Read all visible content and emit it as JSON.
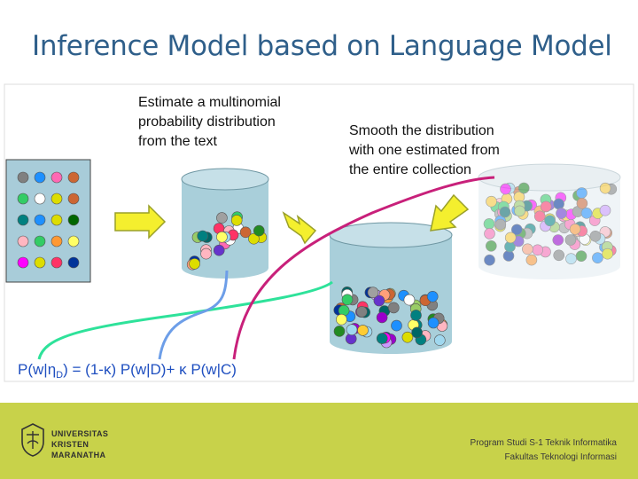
{
  "slide": {
    "title": "Inference Model based on Language Model"
  },
  "diagram": {
    "caption_estimate": [
      "Estimate a multinomial",
      "probability distribution",
      "from the text"
    ],
    "caption_smooth": [
      "Smooth the distribution",
      "with one estimated from",
      "the entire collection"
    ],
    "formula": {
      "lhs_start": "P(w|",
      "eta": "η",
      "sub": "D",
      "rhs1": ") = (1-",
      "kappa": "κ",
      "rhs2": ") P(w|D)+ ",
      "kappa2": "κ",
      "rhs3": " P(w|C)"
    },
    "colors": {
      "green_curve": "#2ee29a",
      "blue_curve": "#6d9ee8",
      "magenta_curve": "#c8207a",
      "arrow_fill": "#f4ef2e",
      "arrow_stroke": "#9aa02a",
      "formula_text": "#1f4fc0"
    },
    "palette": [
      "#808080",
      "#a0a0a0",
      "#ff69b4",
      "#ffb6c1",
      "#ffffff",
      "#dddd00",
      "#ffff66",
      "#ffcc33",
      "#cc6633",
      "#1e90ff",
      "#228b22",
      "#33cc66",
      "#006666",
      "#008080",
      "#003399",
      "#6633cc",
      "#9900cc",
      "#ff00ff",
      "#ff3366",
      "#ff9933",
      "#a0d8ef",
      "#cc99ff",
      "#99cc66",
      "#ffa07a"
    ]
  },
  "footer": {
    "university": [
      "UNIVERSITAS",
      "KRISTEN",
      "MARANATHA"
    ],
    "program": [
      "Program Studi S-1 Teknik Informatika",
      "Fakultas Teknologi Informasi"
    ]
  }
}
